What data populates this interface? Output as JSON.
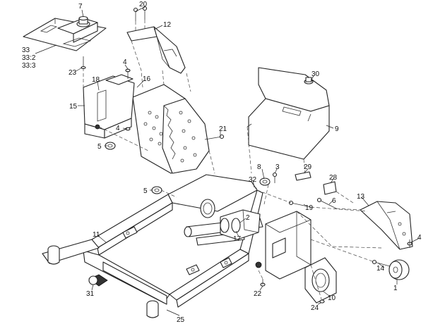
{
  "callouts": [
    {
      "id": "7",
      "text": "7"
    },
    {
      "id": "20",
      "text": "20"
    },
    {
      "id": "12",
      "text": "12"
    },
    {
      "id": "33",
      "text": "33"
    },
    {
      "id": "33_2",
      "text": "33:2"
    },
    {
      "id": "33_3",
      "text": "33:3"
    },
    {
      "id": "23",
      "text": "23"
    },
    {
      "id": "4a",
      "text": "4"
    },
    {
      "id": "18",
      "text": "18"
    },
    {
      "id": "16",
      "text": "16"
    },
    {
      "id": "15",
      "text": "15"
    },
    {
      "id": "4b",
      "text": "4"
    },
    {
      "id": "5a",
      "text": "5"
    },
    {
      "id": "30",
      "text": "30"
    },
    {
      "id": "9",
      "text": "9"
    },
    {
      "id": "21",
      "text": "21"
    },
    {
      "id": "8",
      "text": "8"
    },
    {
      "id": "3",
      "text": "3"
    },
    {
      "id": "29",
      "text": "29"
    },
    {
      "id": "32",
      "text": "32"
    },
    {
      "id": "28",
      "text": "28"
    },
    {
      "id": "5b",
      "text": "5"
    },
    {
      "id": "19",
      "text": "19"
    },
    {
      "id": "6",
      "text": "6"
    },
    {
      "id": "13",
      "text": "13"
    },
    {
      "id": "2",
      "text": "2"
    },
    {
      "id": "11",
      "text": "11"
    },
    {
      "id": "17",
      "text": "17"
    },
    {
      "id": "4c",
      "text": "4"
    },
    {
      "id": "14",
      "text": "14"
    },
    {
      "id": "1",
      "text": "1"
    },
    {
      "id": "31",
      "text": "31"
    },
    {
      "id": "22",
      "text": "22"
    },
    {
      "id": "10",
      "text": "10"
    },
    {
      "id": "24",
      "text": "24"
    },
    {
      "id": "25",
      "text": "25"
    }
  ]
}
